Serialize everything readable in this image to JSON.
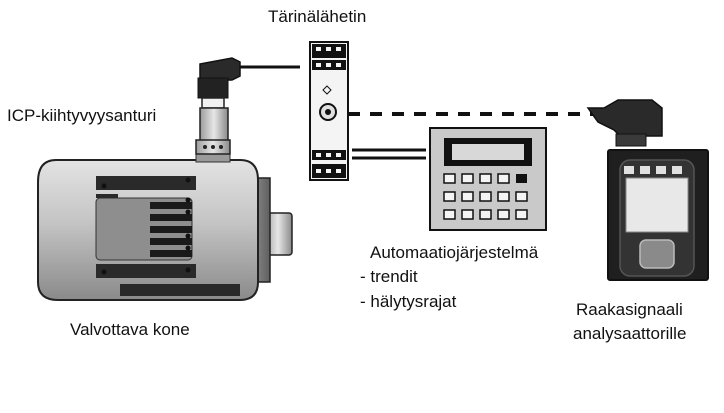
{
  "labels": {
    "transmitter": "Tärinälähetin",
    "sensor": "ICP-kiihtyvyysanturi",
    "machine": "Valvottava kone",
    "automation_title": "Automaatiojärjestelmä",
    "automation_item_1": "- trendit",
    "automation_item_2": "- hälytysrajat",
    "analyzer_line_1": "Raakasignaali",
    "analyzer_line_2": "analysaattorille"
  },
  "colors": {
    "ink": "#111111",
    "body_light": "#d4d4d4",
    "body_mid": "#a9a9a9",
    "body_dark": "#6e6e6e",
    "panel_bg": "#b9b9b9",
    "keypad_bg": "#c8c8c8",
    "analyzer_bg": "#1f1f1f"
  },
  "icons": {
    "sensor": "accelerometer-icon",
    "transmitter": "din-rail-module-icon",
    "automation": "plc-keypad-icon",
    "analyzer": "handheld-analyzer-icon",
    "machine": "electric-motor-icon"
  }
}
